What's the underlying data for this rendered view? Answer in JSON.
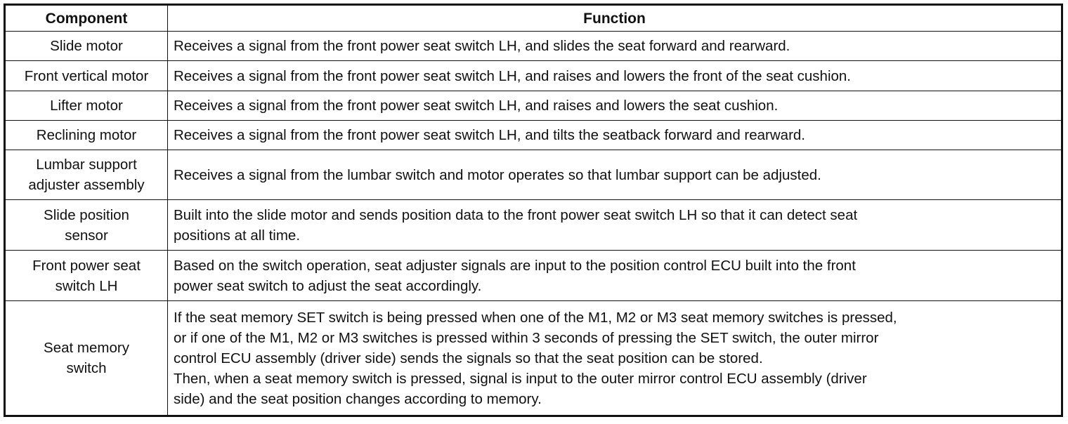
{
  "table": {
    "headers": {
      "component": "Component",
      "function": "Function"
    },
    "rows": [
      {
        "component": [
          "Slide motor"
        ],
        "function": [
          "Receives a signal from the front power seat switch LH, and slides the seat forward and rearward."
        ]
      },
      {
        "component": [
          "Front vertical motor"
        ],
        "function": [
          "Receives a signal from the front power seat switch LH, and raises and lowers the front of the seat cushion."
        ]
      },
      {
        "component": [
          "Lifter motor"
        ],
        "function": [
          "Receives a signal from the front power seat switch LH, and raises and lowers the seat cushion."
        ]
      },
      {
        "component": [
          "Reclining motor"
        ],
        "function": [
          "Receives a signal from the front power seat switch LH, and tilts the seatback forward and rearward."
        ]
      },
      {
        "component": [
          "Lumbar support",
          "adjuster assembly"
        ],
        "function": [
          "Receives a signal from the lumbar switch and motor operates so that lumbar support can be adjusted."
        ]
      },
      {
        "component": [
          "Slide position",
          "sensor"
        ],
        "function": [
          "Built into the slide motor and sends position data to the front power seat switch LH so that it can detect seat",
          "positions at all time."
        ]
      },
      {
        "component": [
          "Front power seat",
          "switch LH"
        ],
        "function": [
          "Based on the switch operation, seat adjuster signals are input to the position control ECU built into the front",
          "power seat switch to adjust the seat accordingly."
        ]
      },
      {
        "component": [
          "Seat memory",
          "switch"
        ],
        "function": [
          "If the seat memory SET switch is being pressed when one of the M1, M2 or M3 seat memory switches is pressed,",
          "or if one of the M1, M2 or M3 switches is pressed within 3 seconds of pressing the SET switch, the outer mirror",
          "control ECU assembly (driver side) sends the signals so that the seat position can be stored.",
          "Then, when a seat memory switch is pressed, signal is input to the outer mirror control ECU assembly (driver",
          "side) and the seat position changes according to memory."
        ]
      }
    ]
  }
}
